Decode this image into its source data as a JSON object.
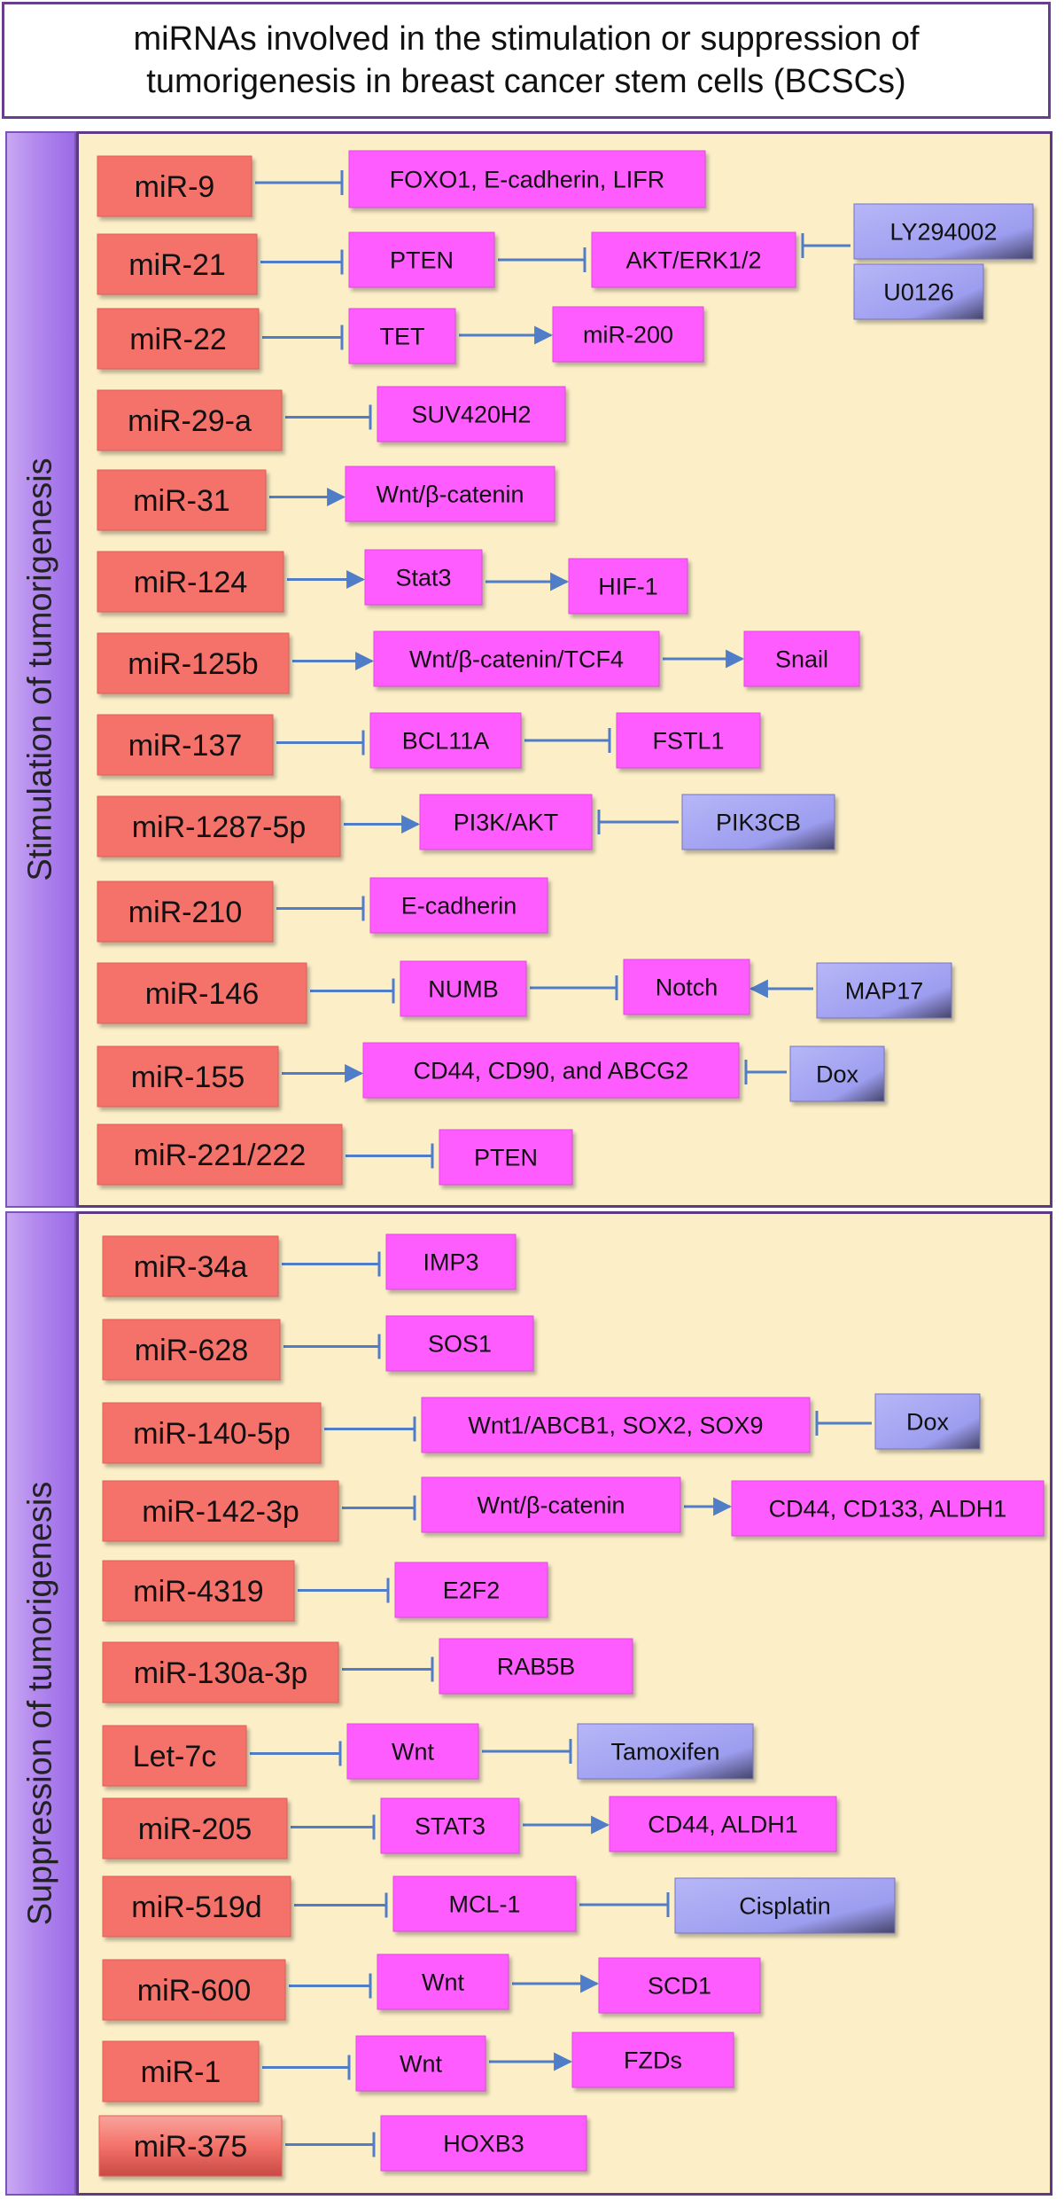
{
  "title": "miRNAs involved in the stimulation or suppression of\ntumorigenesis in breast cancer stem cells (BCSCs)",
  "colors": {
    "mirna_fill": "#f4726a",
    "target_fill": "#ff5cff",
    "agent_fill": "#9d9df0",
    "arrow": "#4f7dc7",
    "panel_bg": "#fcefc8",
    "panel_border": "#5e3a86"
  },
  "sections": {
    "stimulation": {
      "label": "Stimulation of tumorigenesis"
    },
    "suppression": {
      "label": "Suppression of tumorigenesis"
    }
  },
  "nodes": [
    {
      "id": "m9",
      "text": "miR-9",
      "type": "mirna"
    },
    {
      "id": "t9",
      "text": "FOXO1, E-cadherin, LIFR",
      "type": "target"
    },
    {
      "id": "m21",
      "text": "miR-21",
      "type": "mirna"
    },
    {
      "id": "pten21",
      "text": "PTEN",
      "type": "target"
    },
    {
      "id": "akt",
      "text": "AKT/ERK1/2",
      "type": "target"
    },
    {
      "id": "ly",
      "text": "LY294002",
      "type": "agent"
    },
    {
      "id": "u0",
      "text": "U0126",
      "type": "agent"
    },
    {
      "id": "m22",
      "text": "miR-22",
      "type": "mirna"
    },
    {
      "id": "tet",
      "text": "TET",
      "type": "target"
    },
    {
      "id": "m200",
      "text": "miR-200",
      "type": "target"
    },
    {
      "id": "m29",
      "text": "miR-29-a",
      "type": "mirna"
    },
    {
      "id": "suv",
      "text": "SUV420H2",
      "type": "target"
    },
    {
      "id": "m31",
      "text": "miR-31",
      "type": "mirna"
    },
    {
      "id": "wnt31",
      "text": "Wnt/β-catenin",
      "type": "target"
    },
    {
      "id": "m124",
      "text": "miR-124",
      "type": "mirna"
    },
    {
      "id": "stat3",
      "text": "Stat3",
      "type": "target"
    },
    {
      "id": "hif",
      "text": "HIF-1",
      "type": "target"
    },
    {
      "id": "m125",
      "text": "miR-125b",
      "type": "mirna"
    },
    {
      "id": "wnttcf",
      "text": "Wnt/β-catenin/TCF4",
      "type": "target"
    },
    {
      "id": "snail",
      "text": "Snail",
      "type": "target"
    },
    {
      "id": "m137",
      "text": "miR-137",
      "type": "mirna"
    },
    {
      "id": "bcl",
      "text": "BCL11A",
      "type": "target"
    },
    {
      "id": "fstl",
      "text": "FSTL1",
      "type": "target"
    },
    {
      "id": "m1287",
      "text": "miR-1287-5p",
      "type": "mirna"
    },
    {
      "id": "pi3k",
      "text": "PI3K/AKT",
      "type": "target"
    },
    {
      "id": "pik3cb",
      "text": "PIK3CB",
      "type": "agent"
    },
    {
      "id": "m210",
      "text": "miR-210",
      "type": "mirna"
    },
    {
      "id": "ecad",
      "text": "E-cadherin",
      "type": "target"
    },
    {
      "id": "m146",
      "text": "miR-146",
      "type": "mirna"
    },
    {
      "id": "numb",
      "text": "NUMB",
      "type": "target"
    },
    {
      "id": "notch",
      "text": "Notch",
      "type": "target"
    },
    {
      "id": "map17",
      "text": "MAP17",
      "type": "agent"
    },
    {
      "id": "m155",
      "text": "miR-155",
      "type": "mirna"
    },
    {
      "id": "cd44a",
      "text": "CD44, CD90, and ABCG2",
      "type": "target"
    },
    {
      "id": "dox1",
      "text": "Dox",
      "type": "agent"
    },
    {
      "id": "m221",
      "text": "miR-221/222",
      "type": "mirna"
    },
    {
      "id": "pten221",
      "text": "PTEN",
      "type": "target"
    },
    {
      "id": "m34",
      "text": "miR-34a",
      "type": "mirna"
    },
    {
      "id": "imp3",
      "text": "IMP3",
      "type": "target"
    },
    {
      "id": "m628",
      "text": "miR-628",
      "type": "mirna"
    },
    {
      "id": "sos1",
      "text": "SOS1",
      "type": "target"
    },
    {
      "id": "m140",
      "text": "miR-140-5p",
      "type": "mirna"
    },
    {
      "id": "wnt1",
      "text": "Wnt1/ABCB1, SOX2, SOX9",
      "type": "target"
    },
    {
      "id": "dox2",
      "text": "Dox",
      "type": "agent"
    },
    {
      "id": "m142",
      "text": "miR-142-3p",
      "type": "mirna"
    },
    {
      "id": "wnt142",
      "text": "Wnt/β-catenin",
      "type": "target"
    },
    {
      "id": "cd133",
      "text": "CD44, CD133, ALDH1",
      "type": "target"
    },
    {
      "id": "m4319",
      "text": "miR-4319",
      "type": "mirna"
    },
    {
      "id": "e2f2",
      "text": "E2F2",
      "type": "target"
    },
    {
      "id": "m130",
      "text": "miR-130a-3p",
      "type": "mirna"
    },
    {
      "id": "rab",
      "text": "RAB5B",
      "type": "target"
    },
    {
      "id": "let7",
      "text": "Let-7c",
      "type": "mirna"
    },
    {
      "id": "wnt7",
      "text": "Wnt",
      "type": "target"
    },
    {
      "id": "tam",
      "text": "Tamoxifen",
      "type": "agent"
    },
    {
      "id": "m205",
      "text": "miR-205",
      "type": "mirna"
    },
    {
      "id": "stat3b",
      "text": "STAT3",
      "type": "target"
    },
    {
      "id": "aldh",
      "text": "CD44, ALDH1",
      "type": "target"
    },
    {
      "id": "m519",
      "text": "miR-519d",
      "type": "mirna"
    },
    {
      "id": "mcl",
      "text": "MCL-1",
      "type": "target"
    },
    {
      "id": "cis",
      "text": "Cisplatin",
      "type": "agent"
    },
    {
      "id": "m600",
      "text": "miR-600",
      "type": "mirna"
    },
    {
      "id": "wnt600",
      "text": "Wnt",
      "type": "target"
    },
    {
      "id": "scd1",
      "text": "SCD1",
      "type": "target"
    },
    {
      "id": "m1",
      "text": "miR-1",
      "type": "mirna"
    },
    {
      "id": "wnt1b",
      "text": "Wnt",
      "type": "target"
    },
    {
      "id": "fzd",
      "text": "FZDs",
      "type": "target"
    },
    {
      "id": "m375",
      "text": "miR-375",
      "type": "mirna"
    },
    {
      "id": "hoxb3",
      "text": "HOXB3",
      "type": "target"
    }
  ],
  "edges": [
    {
      "from": "m9",
      "to": "t9",
      "kind": "inhibit"
    },
    {
      "from": "m21",
      "to": "pten21",
      "kind": "inhibit"
    },
    {
      "from": "pten21",
      "to": "akt",
      "kind": "inhibit"
    },
    {
      "from": "ly",
      "to": "akt",
      "kind": "inhibit"
    },
    {
      "from": "m22",
      "to": "tet",
      "kind": "inhibit"
    },
    {
      "from": "tet",
      "to": "m200",
      "kind": "activate"
    },
    {
      "from": "m29",
      "to": "suv",
      "kind": "inhibit"
    },
    {
      "from": "m31",
      "to": "wnt31",
      "kind": "activate"
    },
    {
      "from": "m124",
      "to": "stat3",
      "kind": "activate"
    },
    {
      "from": "stat3",
      "to": "hif",
      "kind": "activate"
    },
    {
      "from": "m125",
      "to": "wnttcf",
      "kind": "activate"
    },
    {
      "from": "wnttcf",
      "to": "snail",
      "kind": "activate"
    },
    {
      "from": "m137",
      "to": "bcl",
      "kind": "inhibit"
    },
    {
      "from": "bcl",
      "to": "fstl",
      "kind": "inhibit"
    },
    {
      "from": "m1287",
      "to": "pi3k",
      "kind": "activate"
    },
    {
      "from": "pik3cb",
      "to": "pi3k",
      "kind": "inhibit"
    },
    {
      "from": "m210",
      "to": "ecad",
      "kind": "inhibit"
    },
    {
      "from": "m146",
      "to": "numb",
      "kind": "inhibit"
    },
    {
      "from": "numb",
      "to": "notch",
      "kind": "inhibit"
    },
    {
      "from": "map17",
      "to": "notch",
      "kind": "activate"
    },
    {
      "from": "m155",
      "to": "cd44a",
      "kind": "activate"
    },
    {
      "from": "dox1",
      "to": "cd44a",
      "kind": "inhibit"
    },
    {
      "from": "m221",
      "to": "pten221",
      "kind": "inhibit"
    },
    {
      "from": "m34",
      "to": "imp3",
      "kind": "inhibit"
    },
    {
      "from": "m628",
      "to": "sos1",
      "kind": "inhibit"
    },
    {
      "from": "m140",
      "to": "wnt1",
      "kind": "inhibit"
    },
    {
      "from": "dox2",
      "to": "wnt1",
      "kind": "inhibit"
    },
    {
      "from": "m142",
      "to": "wnt142",
      "kind": "inhibit"
    },
    {
      "from": "wnt142",
      "to": "cd133",
      "kind": "activate"
    },
    {
      "from": "m4319",
      "to": "e2f2",
      "kind": "inhibit"
    },
    {
      "from": "m130",
      "to": "rab",
      "kind": "inhibit"
    },
    {
      "from": "let7",
      "to": "wnt7",
      "kind": "inhibit"
    },
    {
      "from": "wnt7",
      "to": "tam",
      "kind": "inhibit"
    },
    {
      "from": "m205",
      "to": "stat3b",
      "kind": "inhibit"
    },
    {
      "from": "stat3b",
      "to": "aldh",
      "kind": "activate"
    },
    {
      "from": "m519",
      "to": "mcl",
      "kind": "inhibit"
    },
    {
      "from": "mcl",
      "to": "cis",
      "kind": "inhibit"
    },
    {
      "from": "m600",
      "to": "wnt600",
      "kind": "inhibit"
    },
    {
      "from": "wnt600",
      "to": "scd1",
      "kind": "activate"
    },
    {
      "from": "m1",
      "to": "wnt1b",
      "kind": "inhibit"
    },
    {
      "from": "wnt1b",
      "to": "fzd",
      "kind": "activate"
    },
    {
      "from": "m375",
      "to": "hoxb3",
      "kind": "inhibit"
    }
  ]
}
